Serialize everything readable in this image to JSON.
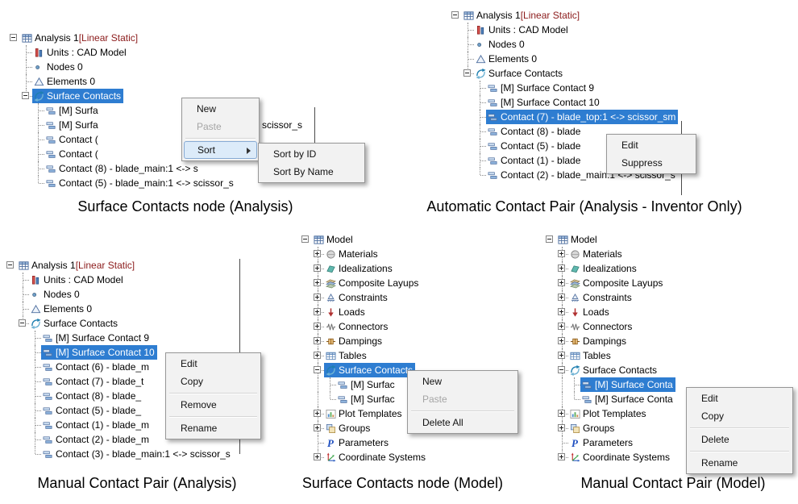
{
  "page_background": "#ffffff",
  "colors": {
    "selection_background": "#2e7dd1",
    "selection_text": "#ffffff",
    "analysis_type_text": "#8b1a1a",
    "menu_background": "#f2f2f2",
    "menu_border": "#979797",
    "menu_highlight": "#dcebf9",
    "menu_highlight_border": "#86aad4",
    "menu_disabled_text": "#a5a5a5"
  },
  "panels": [
    {
      "name": "surface-contacts-node-analysis",
      "caption": "Surface Contacts node (Analysis)",
      "fragment": "scissor_s",
      "tree": [
        {
          "level": 0,
          "expander": "minus",
          "icon": "analysis",
          "text": "Analysis 1",
          "text2": " [Linear Static]"
        },
        {
          "level": 1,
          "icon": "units",
          "text": "Units : CAD Model"
        },
        {
          "level": 1,
          "icon": "nodes",
          "text": "Nodes 0"
        },
        {
          "level": 1,
          "icon": "elements",
          "text": "Elements 0"
        },
        {
          "level": 1,
          "expander": "minus",
          "icon": "surface-contacts",
          "text": "Surface Contacts",
          "selected": true
        },
        {
          "level": 2,
          "icon": "contact",
          "text": "[M] Surfa"
        },
        {
          "level": 2,
          "icon": "contact",
          "text": "[M] Surfa"
        },
        {
          "level": 2,
          "icon": "contact",
          "text": "Contact ("
        },
        {
          "level": 2,
          "icon": "contact",
          "text": "Contact ("
        },
        {
          "level": 2,
          "icon": "contact",
          "text": "Contact (8) - blade_main:1 <-> s"
        },
        {
          "level": 2,
          "icon": "contact",
          "text": "Contact (5) - blade_main:1 <-> scissor_s"
        }
      ],
      "menus": [
        {
          "items": [
            {
              "label": "New"
            },
            {
              "label": "Paste",
              "disabled": true
            },
            {
              "separator": true
            },
            {
              "label": "Sort",
              "highlighted": true,
              "submenu": true
            }
          ]
        },
        {
          "items": [
            {
              "label": "Sort by ID"
            },
            {
              "label": "Sort By Name"
            }
          ]
        }
      ]
    },
    {
      "name": "automatic-contact-pair-analysis",
      "caption": "Automatic Contact Pair (Analysis - Inventor Only)",
      "tree": [
        {
          "level": 0,
          "expander": "minus",
          "icon": "analysis",
          "text": "Analysis 1",
          "text2": " [Linear Static]"
        },
        {
          "level": 1,
          "icon": "units",
          "text": "Units : CAD Model"
        },
        {
          "level": 1,
          "icon": "nodes",
          "text": "Nodes 0"
        },
        {
          "level": 1,
          "icon": "elements",
          "text": "Elements 0"
        },
        {
          "level": 1,
          "expander": "minus",
          "icon": "surface-contacts",
          "text": "Surface Contacts"
        },
        {
          "level": 2,
          "icon": "contact",
          "text": "[M] Surface Contact 9"
        },
        {
          "level": 2,
          "icon": "contact",
          "text": "[M] Surface Contact 10"
        },
        {
          "level": 2,
          "icon": "contact",
          "text": "Contact (7) - blade_top:1 <-> scissor_sm",
          "selected": true
        },
        {
          "level": 2,
          "icon": "contact",
          "text": "Contact (8) - blade"
        },
        {
          "level": 2,
          "icon": "contact",
          "text": "Contact (5) - blade"
        },
        {
          "level": 2,
          "icon": "contact",
          "text": "Contact (1) - blade"
        },
        {
          "level": 2,
          "icon": "contact",
          "text": "Contact (2) - blade_main:1 <-> scissor_s"
        }
      ],
      "menus": [
        {
          "items": [
            {
              "label": "Edit"
            },
            {
              "label": "Suppress"
            }
          ]
        }
      ]
    },
    {
      "name": "manual-contact-pair-analysis",
      "caption": "Manual Contact Pair (Analysis)",
      "tree": [
        {
          "level": 0,
          "expander": "minus",
          "icon": "analysis",
          "text": "Analysis 1",
          "text2": " [Linear Static]"
        },
        {
          "level": 1,
          "icon": "units",
          "text": "Units : CAD Model"
        },
        {
          "level": 1,
          "icon": "nodes",
          "text": "Nodes 0"
        },
        {
          "level": 1,
          "icon": "elements",
          "text": "Elements 0"
        },
        {
          "level": 1,
          "expander": "minus",
          "icon": "surface-contacts",
          "text": "Surface Contacts"
        },
        {
          "level": 2,
          "icon": "contact",
          "text": "[M] Surface Contact 9"
        },
        {
          "level": 2,
          "icon": "contact",
          "text": "[M] Surface Contact 10",
          "selected": true
        },
        {
          "level": 2,
          "icon": "contact",
          "text": "Contact (6) - blade_m"
        },
        {
          "level": 2,
          "icon": "contact",
          "text": "Contact (7) - blade_t"
        },
        {
          "level": 2,
          "icon": "contact",
          "text": "Contact (8) - blade_"
        },
        {
          "level": 2,
          "icon": "contact",
          "text": "Contact (5) - blade_"
        },
        {
          "level": 2,
          "icon": "contact",
          "text": "Contact (1) - blade_m"
        },
        {
          "level": 2,
          "icon": "contact",
          "text": "Contact (2) - blade_m"
        },
        {
          "level": 2,
          "icon": "contact",
          "text": "Contact (3) - blade_main:1 <-> scissor_s"
        }
      ],
      "menus": [
        {
          "items": [
            {
              "label": "Edit"
            },
            {
              "label": "Copy"
            },
            {
              "separator": true
            },
            {
              "label": "Remove"
            },
            {
              "separator": true
            },
            {
              "label": "Rename"
            }
          ]
        }
      ]
    },
    {
      "name": "surface-contacts-node-model",
      "caption": "Surface Contacts node (Model)",
      "tree": [
        {
          "level": 0,
          "expander": "minus",
          "icon": "model",
          "text": "Model"
        },
        {
          "level": 1,
          "expander": "plus",
          "icon": "materials",
          "text": "Materials"
        },
        {
          "level": 1,
          "expander": "plus",
          "icon": "idealizations",
          "text": "Idealizations"
        },
        {
          "level": 1,
          "expander": "plus",
          "icon": "composite-layups",
          "text": "Composite Layups"
        },
        {
          "level": 1,
          "expander": "plus",
          "icon": "constraints",
          "text": "Constraints"
        },
        {
          "level": 1,
          "expander": "plus",
          "icon": "loads",
          "text": "Loads"
        },
        {
          "level": 1,
          "expander": "plus",
          "icon": "connectors",
          "text": "Connectors"
        },
        {
          "level": 1,
          "expander": "plus",
          "icon": "dampings",
          "text": "Dampings"
        },
        {
          "level": 1,
          "expander": "plus",
          "icon": "tables",
          "text": "Tables"
        },
        {
          "level": 1,
          "expander": "minus",
          "icon": "surface-contacts",
          "text": "Surface Contacts",
          "selected": true
        },
        {
          "level": 2,
          "icon": "contact",
          "text": "[M] Surfac"
        },
        {
          "level": 2,
          "icon": "contact",
          "text": "[M] Surfac"
        },
        {
          "level": 1,
          "expander": "plus",
          "icon": "plot-templates",
          "text": "Plot Templates"
        },
        {
          "level": 1,
          "expander": "plus",
          "icon": "groups",
          "text": "Groups"
        },
        {
          "level": 1,
          "icon": "parameters",
          "text": "Parameters"
        },
        {
          "level": 1,
          "expander": "plus",
          "icon": "coordinate-systems",
          "text": "Coordinate Systems"
        }
      ],
      "menus": [
        {
          "items": [
            {
              "label": "New"
            },
            {
              "label": "Paste",
              "disabled": true
            },
            {
              "separator": true
            },
            {
              "label": "Delete All"
            }
          ]
        }
      ]
    },
    {
      "name": "manual-contact-pair-model",
      "caption": "Manual Contact Pair (Model)",
      "tree": [
        {
          "level": 0,
          "expander": "minus",
          "icon": "model",
          "text": "Model"
        },
        {
          "level": 1,
          "expander": "plus",
          "icon": "materials",
          "text": "Materials"
        },
        {
          "level": 1,
          "expander": "plus",
          "icon": "idealizations",
          "text": "Idealizations"
        },
        {
          "level": 1,
          "expander": "plus",
          "icon": "composite-layups",
          "text": "Composite Layups"
        },
        {
          "level": 1,
          "expander": "plus",
          "icon": "constraints",
          "text": "Constraints"
        },
        {
          "level": 1,
          "expander": "plus",
          "icon": "loads",
          "text": "Loads"
        },
        {
          "level": 1,
          "expander": "plus",
          "icon": "connectors",
          "text": "Connectors"
        },
        {
          "level": 1,
          "expander": "plus",
          "icon": "dampings",
          "text": "Dampings"
        },
        {
          "level": 1,
          "expander": "plus",
          "icon": "tables",
          "text": "Tables"
        },
        {
          "level": 1,
          "expander": "minus",
          "icon": "surface-contacts",
          "text": "Surface Contacts"
        },
        {
          "level": 2,
          "icon": "contact",
          "text": "[M] Surface Conta",
          "selected": true
        },
        {
          "level": 2,
          "icon": "contact",
          "text": "[M] Surface Conta"
        },
        {
          "level": 1,
          "expander": "plus",
          "icon": "plot-templates",
          "text": "Plot Templates"
        },
        {
          "level": 1,
          "expander": "plus",
          "icon": "groups",
          "text": "Groups"
        },
        {
          "level": 1,
          "icon": "parameters",
          "text": "Parameters"
        },
        {
          "level": 1,
          "expander": "plus",
          "icon": "coordinate-systems",
          "text": "Coordinate Systems"
        }
      ],
      "menus": [
        {
          "items": [
            {
              "label": "Edit"
            },
            {
              "label": "Copy"
            },
            {
              "separator": true
            },
            {
              "label": "Delete"
            },
            {
              "separator": true
            },
            {
              "label": "Rename"
            }
          ]
        }
      ]
    }
  ]
}
